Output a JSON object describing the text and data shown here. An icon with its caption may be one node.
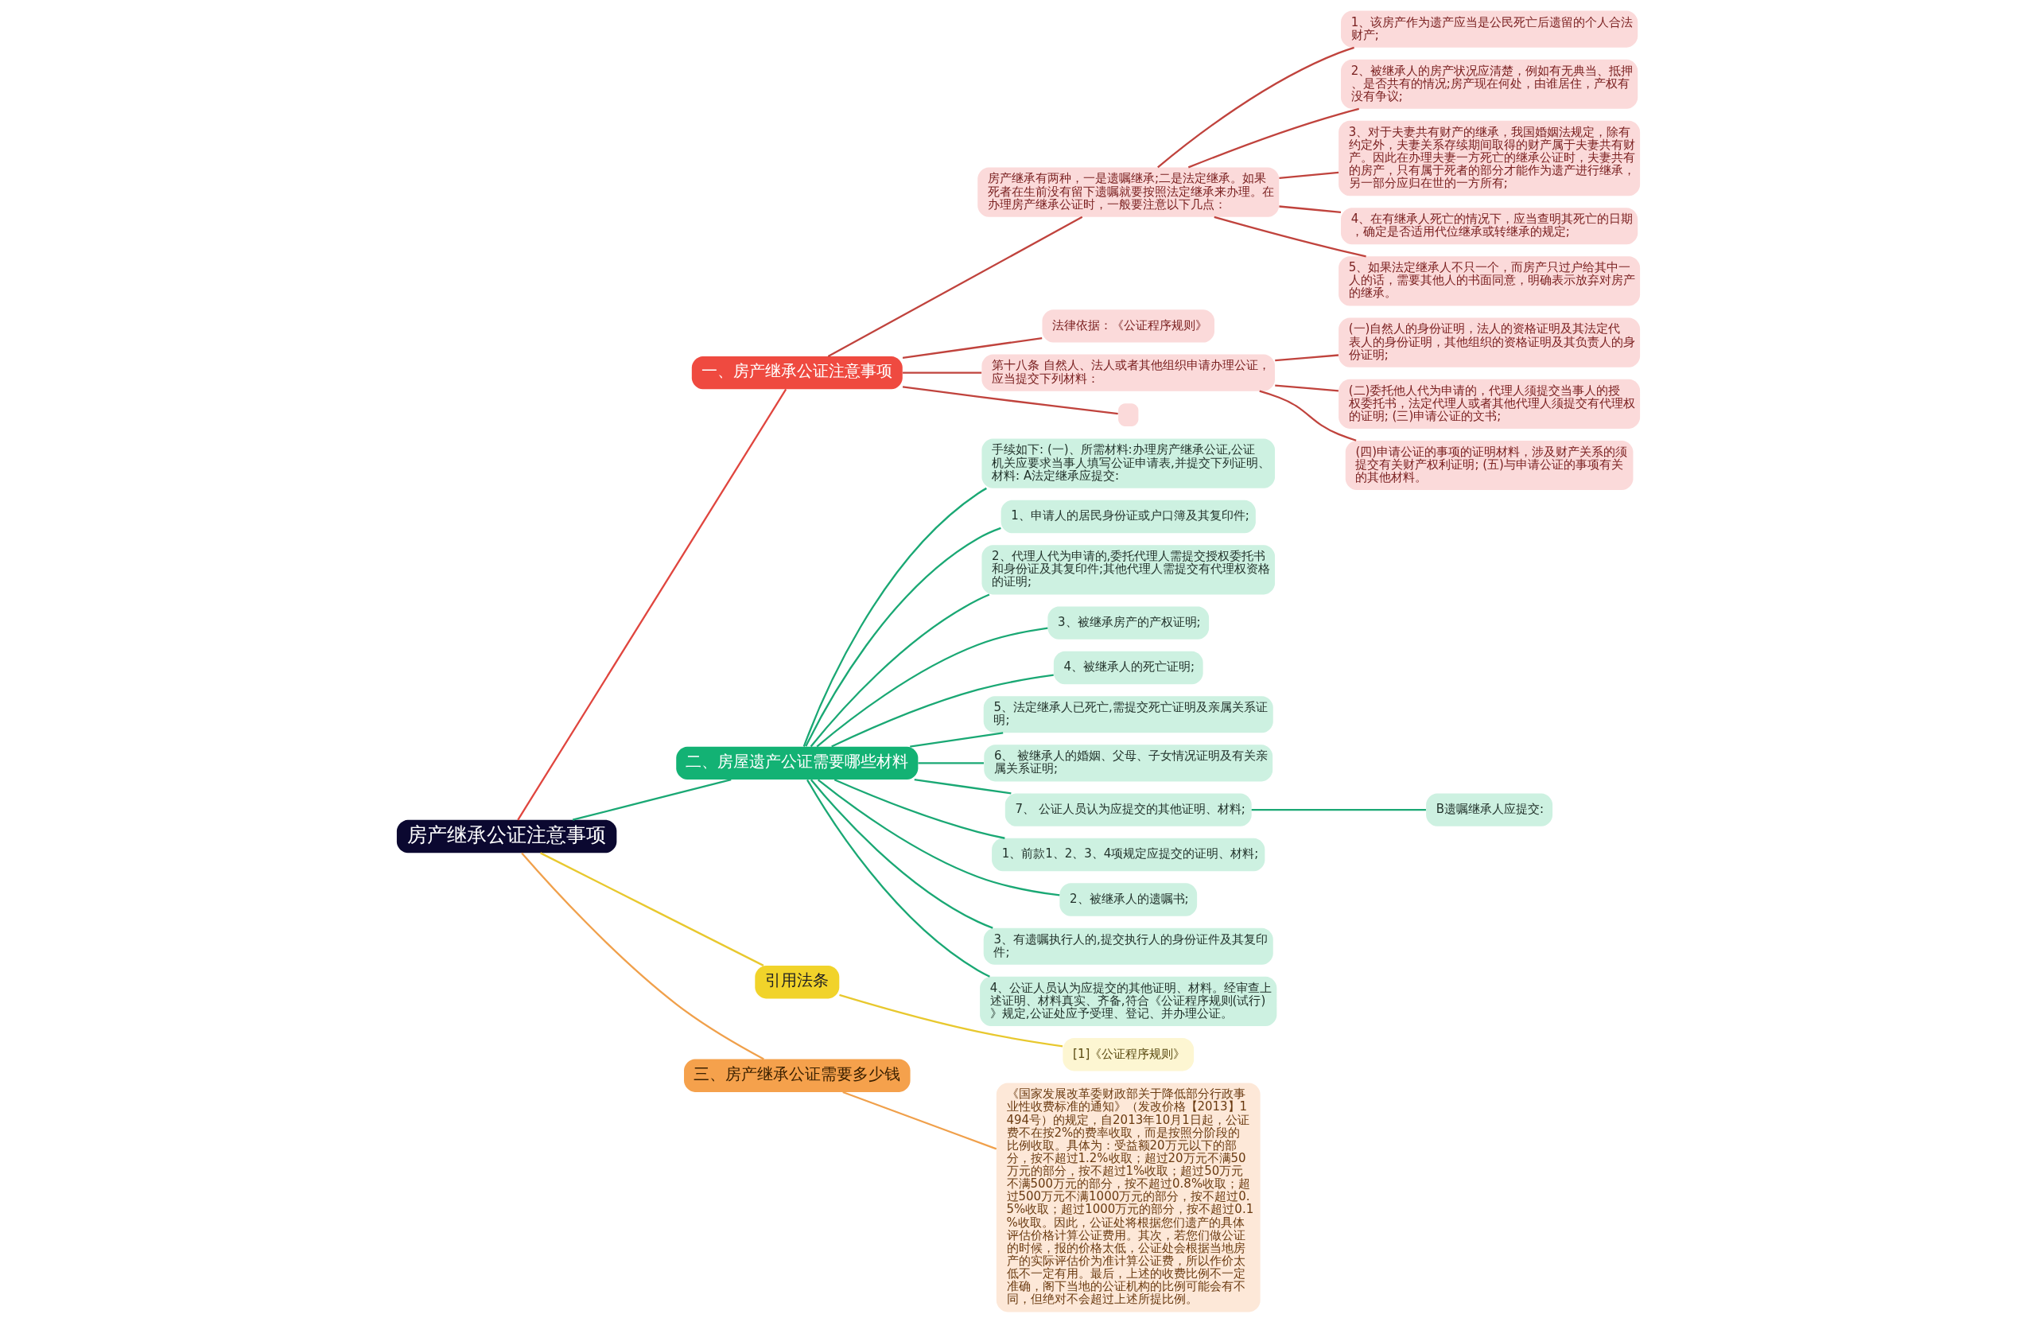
{
  "diagram": {
    "nodes": [
      {
        "text": [
          "房产继承公证注意事项"
        ]
      },
      {
        "text": [
          "一、房产继承公证注意事项"
        ]
      },
      {
        "text": [
          "房产继承有两种，一是遗嘱继承;二是法定继承。如果死者在生前没有留下遗嘱就要按照法定继承来办理。在办理房产继承公证时，一般要注意以下几点："
        ]
      },
      {
        "text": [
          "1、该房产作为遗产应当是公民死亡后遗留的个人合法财产;"
        ]
      },
      {
        "text": [
          "2、被继承人的房产状况应清楚，例如有无典当、抵押、是否共有的情况;房产现在何处，由谁居住，产权有没有争议;"
        ]
      },
      {
        "text": [
          "3、对于夫妻共有财产的继承，我国婚姻法规定，除有约定外，夫妻关系存续期间取得的财产属于夫妻共有财产。因此在办理夫妻一方死亡的继承公证时，夫妻共有的房产，只有属于死者的部分才能作为遗产进行继承，另一部分应归在世的一方所有;"
        ]
      },
      {
        "text": [
          "4、在有继承人死亡的情况下，应当查明其死亡的日期，确定是否适用代位继承或转继承的规定;"
        ]
      },
      {
        "text": [
          "5、如果法定继承人不只一个，而房产只过户给其中一人的话，需要其他人的书面同意，明确表示放弃对房产的继承。"
        ]
      },
      {
        "text": [
          "法律依据：《公证程序规则》"
        ]
      },
      {
        "text": [
          "第十八条 自然人、法人或者其他组织申请办理公证，应当提交下列材料："
        ]
      },
      {
        "text": [
          "(一)自然人的身份证明，法人的资格证明及其法定代表人的身份证明，其他组织的资格证明及其负责人的身份证明;"
        ]
      },
      {
        "text": [
          "(二)委托他人代为申请的，代理人须提交当事人的授权委托书，法定代理人或者其他代理人须提交有代理权的证明; (三)申请公证的文书;"
        ]
      },
      {
        "text": [
          "(四)申请公证的事项的证明材料，涉及财产关系的须提交有关财产权利证明; (五)与申请公证的事项有关的其他材料。"
        ]
      },
      {
        "text": [],
        "shape": "box"
      },
      {
        "text": [
          "二、房屋遗产公证需要哪些材料"
        ]
      },
      {
        "text": [
          "手续如下: (一)、所需材料:办理房产继承公证,公证机关应要求当事人填写公证申请表,并提交下列证明、材料: A法定继承应提交:"
        ]
      },
      {
        "text": [
          "1、申请人的居民身份证或户口簿及其复印件;"
        ]
      },
      {
        "text": [
          "2、代理人代为申请的,委托代理人需提交授权委托书和身份证及其复印件;其他代理人需提交有代理权资格的证明;"
        ]
      },
      {
        "text": [
          "3、被继承房产的产权证明;"
        ]
      },
      {
        "text": [
          "4、被继承人的死亡证明;"
        ]
      },
      {
        "text": [
          "5、法定继承人已死亡,需提交死亡证明及亲属关系证明;"
        ]
      },
      {
        "text": [
          "6、 被继承人的婚姻、父母、子女情况证明及有关亲属关系证明;"
        ]
      },
      {
        "text": [
          "7、 公证人员认为应提交的其他证明、材料;"
        ]
      },
      {
        "text": [
          "B遗嘱继承人应提交:"
        ]
      },
      {
        "text": [
          "1、前款1、2、3、4项规定应提交的证明、材料;"
        ]
      },
      {
        "text": [
          "2、被继承人的遗嘱书;"
        ]
      },
      {
        "text": [
          "3、有遗嘱执行人的,提交执行人的身份证件及其复印件;"
        ]
      },
      {
        "text": [
          "4、公证人员认为应提交的其他证明、材料。经审查上述证明、材料真实、齐备,符合《公证程序规则(试行)》规定,公证处应予受理、登记、并办理公证。"
        ]
      },
      {
        "text": [
          "引用法条"
        ]
      },
      {
        "text": [
          "[1]《公证程序规则》"
        ]
      },
      {
        "text": [
          "三、房产继承公证需要多少钱"
        ]
      },
      {
        "text": [
          "《国家发展改革委财政部关于降低部分行政事业性收费标准的通知》（发改价格【2013】1494号）的规定，自2013年10月1日起，公证费不在按2%的费率收取，而是按照分阶段的比例收取。具体为：受益额20万元以下的部分，按不超过1.2%收取；超过20万元不满50万元的部分，按不超过1%收取；超过50万元不满500万元的部分，按不超过0.8%收取；超过500万元不满1000万元的部分，按不超过0.5%收取；超过1000万元的部分，按不超过0.1%收取。因此，公证处将根据您们遗产的具体评估价格计算公证费用。其次，若您们做公证的时候，报的价格太低，公证处会根据当地房产的实际评估价为准计算公证费，所以作价太低不一定有用。最后，上述的收费比例不一定准确，阁下当地的公证机构的比例可能会有不同，但绝对不会超过上述所提比例。"
        ]
      }
    ],
    "edges": [
      {
        "from": 0,
        "to": 1,
        "arrow": "none",
        "color": "#e0463f"
      },
      {
        "from": 1,
        "to": 2,
        "arrow": "none",
        "color": "#c0433d"
      },
      {
        "from": 2,
        "to": 3,
        "arrow": "none",
        "color": "#c0433d"
      },
      {
        "from": 2,
        "to": 4,
        "arrow": "none",
        "color": "#c0433d"
      },
      {
        "from": 2,
        "to": 5,
        "arrow": "none",
        "color": "#c0433d"
      },
      {
        "from": 2,
        "to": 6,
        "arrow": "none",
        "color": "#c0433d"
      },
      {
        "from": 2,
        "to": 7,
        "arrow": "none",
        "color": "#c0433d"
      },
      {
        "from": 1,
        "to": 8,
        "arrow": "none",
        "color": "#c0433d"
      },
      {
        "from": 1,
        "to": 9,
        "arrow": "none",
        "color": "#c0433d"
      },
      {
        "from": 9,
        "to": 10,
        "arrow": "none",
        "color": "#c0433d"
      },
      {
        "from": 9,
        "to": 11,
        "arrow": "none",
        "color": "#c0433d"
      },
      {
        "from": 9,
        "to": 12,
        "arrow": "none",
        "color": "#c0433d"
      },
      {
        "from": 1,
        "to": 13,
        "arrow": "none",
        "color": "#c0433d"
      },
      {
        "from": 0,
        "to": 14,
        "arrow": "none"
      },
      {
        "from": 14,
        "to": 15,
        "arrow": "none"
      },
      {
        "from": 14,
        "to": 16,
        "arrow": "none"
      },
      {
        "from": 14,
        "to": 17,
        "arrow": "none"
      },
      {
        "from": 14,
        "to": 18,
        "arrow": "none"
      },
      {
        "from": 14,
        "to": 19,
        "arrow": "none"
      },
      {
        "from": 14,
        "to": 20,
        "arrow": "none"
      },
      {
        "from": 14,
        "to": 21,
        "arrow": "none"
      },
      {
        "from": 14,
        "to": 22,
        "arrow": "none"
      },
      {
        "from": 22,
        "to": 23,
        "arrow": "none"
      },
      {
        "from": 14,
        "to": 24,
        "arrow": "none"
      },
      {
        "from": 14,
        "to": 25,
        "arrow": "none"
      },
      {
        "from": 14,
        "to": 26,
        "arrow": "none"
      },
      {
        "from": 14,
        "to": 27,
        "arrow": "none"
      },
      {
        "from": 0,
        "to": 28,
        "arrow": "none",
        "color": "#e8c82e"
      },
      {
        "from": 28,
        "to": 29,
        "arrow": "none",
        "color": "#e8c82e"
      },
      {
        "from": 0,
        "to": 30,
        "arrow": "none",
        "color": "#f0a04b"
      },
      {
        "from": 30,
        "to": 31,
        "arrow": "none",
        "color": "#f0a04b"
      }
    ]
  }
}
